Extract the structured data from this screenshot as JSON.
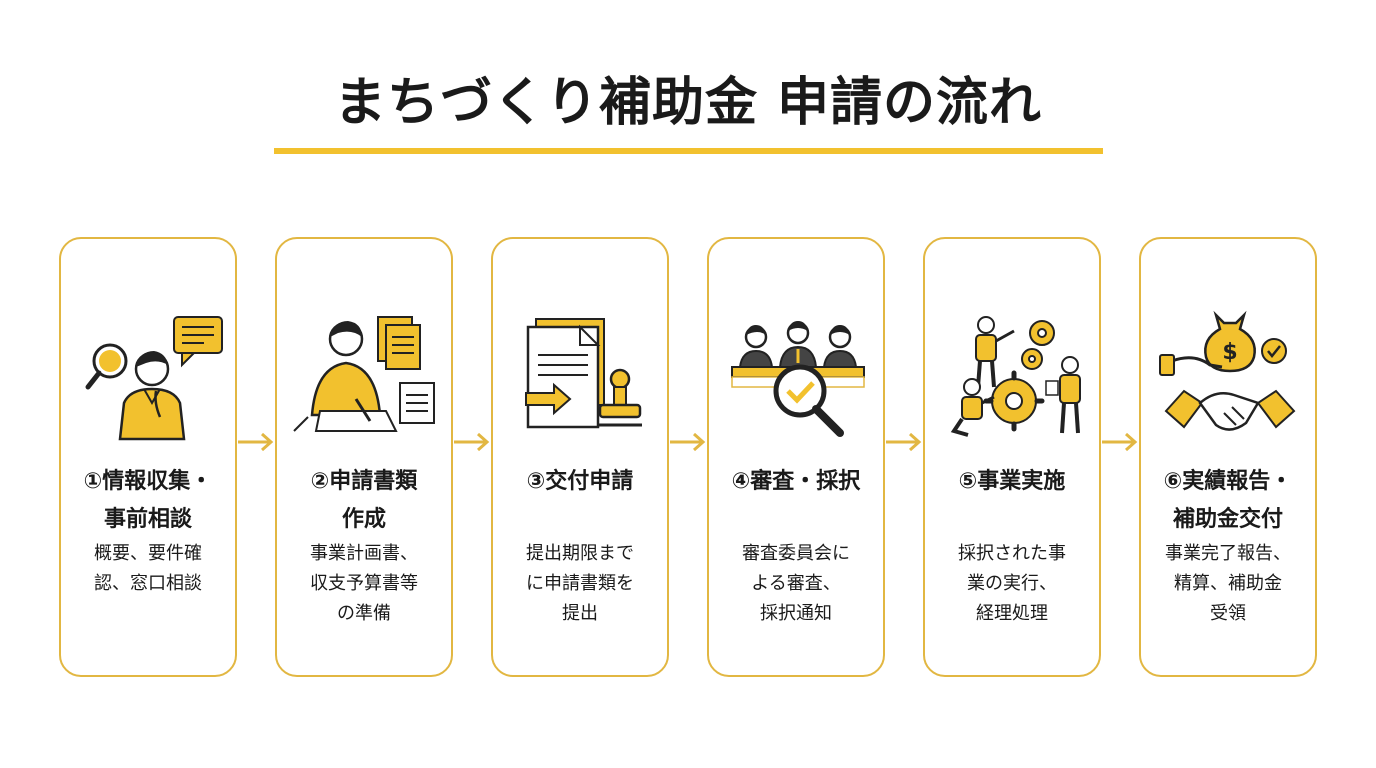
{
  "title": "まちづくり補助金 申請の流れ",
  "accent_color": "#F2C12E",
  "border_color": "#E2B742",
  "steps": [
    {
      "icon": "consultation-icon",
      "title_lines": [
        "①情報収集・",
        "事前相談"
      ],
      "desc_lines": [
        "概要、要件確",
        "認、窓口相談"
      ]
    },
    {
      "icon": "document-writing-icon",
      "title_lines": [
        "②申請書類",
        "作成"
      ],
      "desc_lines": [
        "事業計画書、",
        "収支予算書等",
        "の準備"
      ]
    },
    {
      "icon": "stamp-submission-icon",
      "title_lines": [
        "③交付申請"
      ],
      "desc_lines": [
        "提出期限まで",
        "に申請書類を",
        "提出"
      ]
    },
    {
      "icon": "review-panel-icon",
      "title_lines": [
        "④審査・採択"
      ],
      "desc_lines": [
        "審査委員会に",
        "よる審査、",
        "採択通知"
      ]
    },
    {
      "icon": "gears-team-icon",
      "title_lines": [
        "⑤事業実施"
      ],
      "desc_lines": [
        "採択された事",
        "業の実行、",
        "経理処理"
      ]
    },
    {
      "icon": "handshake-money-icon",
      "title_lines": [
        "⑥実績報告・",
        "補助金交付"
      ],
      "desc_lines": [
        "事業完了報告、",
        "精算、補助金",
        "受領"
      ]
    }
  ]
}
